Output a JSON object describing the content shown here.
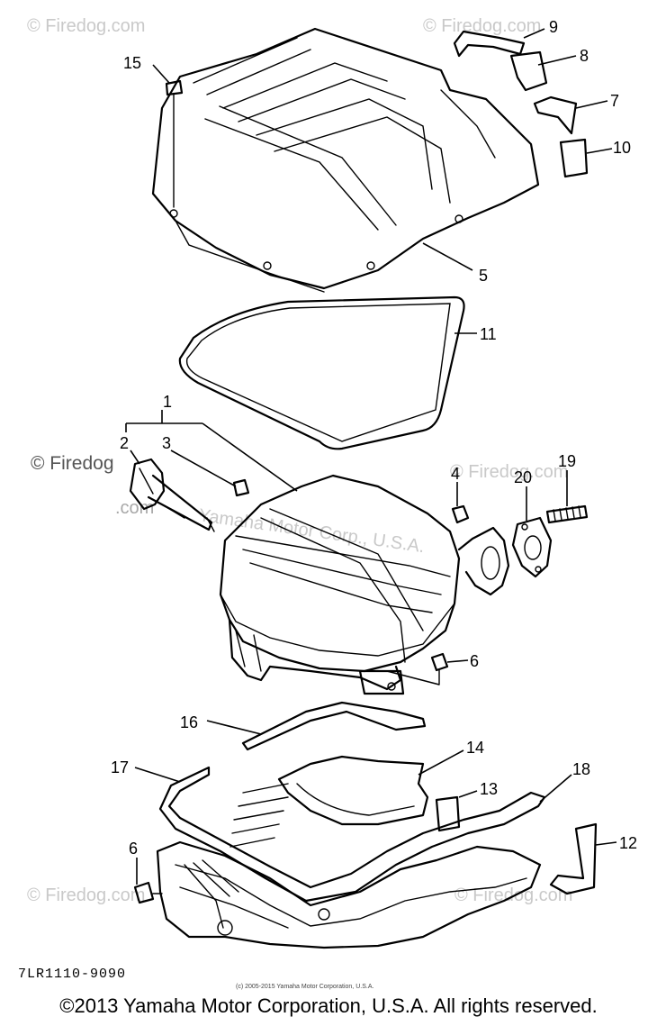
{
  "diagram": {
    "part_labels": [
      "1",
      "2",
      "3",
      "4",
      "5",
      "6",
      "6",
      "7",
      "8",
      "9",
      "10",
      "11",
      "12",
      "13",
      "14",
      "15",
      "16",
      "17",
      "18",
      "19",
      "20"
    ],
    "drawing_code": "7LR1110-9090",
    "small_credit": "(c) 2005-2015 Yamaha Motor Corporation, U.S.A.",
    "ghost_text": "Yamaha Motor Corp., U.S.A."
  },
  "watermark": {
    "text": "© Firedog.com",
    "text_split_a": "© Firedog",
    "text_split_b": ".com"
  },
  "footer": {
    "copyright": "©2013 Yamaha Motor Corporation, U.S.A. All rights reserved."
  }
}
